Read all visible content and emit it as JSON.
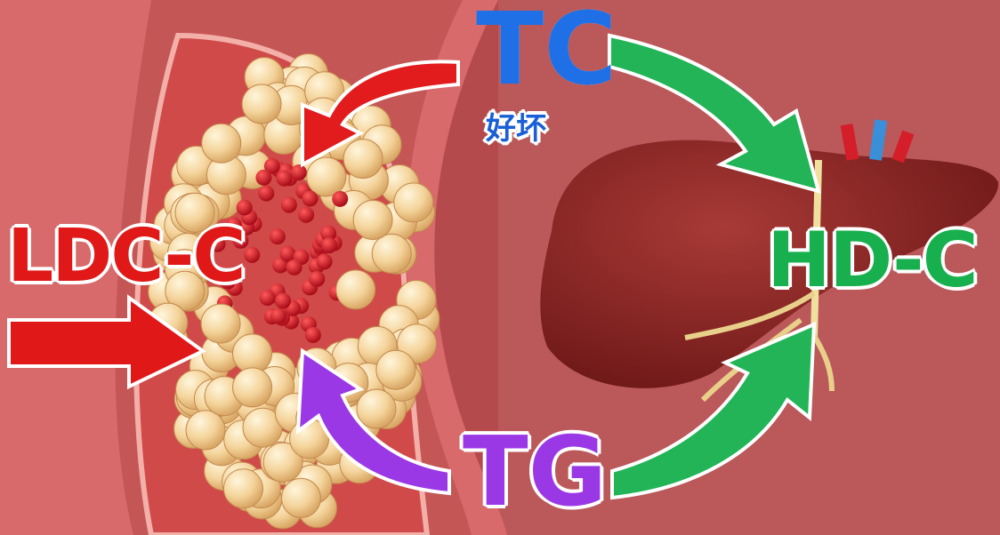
{
  "labels": {
    "tc": "TC",
    "tc_sub": "好坏",
    "ldc": "LDC-C",
    "hdc": "HD-C",
    "tg": "TG"
  },
  "colors": {
    "tc": "#1f6fe6",
    "ldc": "#e01818",
    "hdc": "#18b04e",
    "tg": "#9b38e6",
    "liver": "#8e2626",
    "fat": "#f4d59a",
    "tissue": "#b94c4c"
  }
}
